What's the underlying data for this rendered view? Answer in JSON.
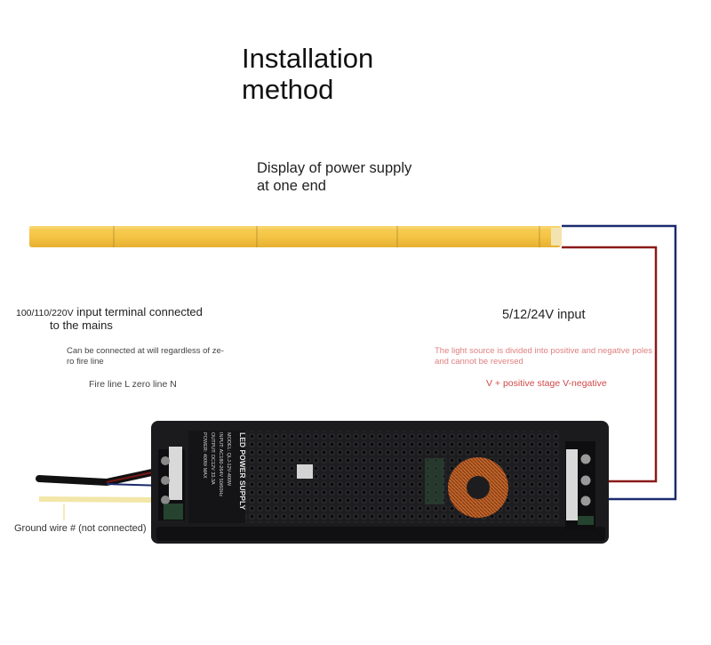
{
  "title_line1": "Installation",
  "title_line2": "method",
  "subtitle_line1": "Display of power supply",
  "subtitle_line2": "at one end",
  "left": {
    "voltage_prefix": "100/110/220V",
    "heading_rest": "input terminal connected",
    "heading_line2": "to the mains",
    "note_line1": "Can be connected at will regardless of ze-",
    "note_line2": "ro fire line",
    "fire_zero": "Fire line L zero line N"
  },
  "right": {
    "input": "5/12/24V input",
    "warning_line1": "The light source is divided into positive and negative poles",
    "warning_line2": "and cannot be reversed",
    "polarity": "V + positive stage V-negative"
  },
  "ground_wire": "Ground wire # (not connected)",
  "psu_label": {
    "heading": "LED POWER SUPPLY",
    "model": "MODEL: QLJ-12V-400W",
    "input": "INPUT: AC180-264V 50/60Hz",
    "output": "OUTPUT: DC12V 33.3A",
    "power": "POWER: 400W MAX"
  },
  "colors": {
    "strip": "#f5c445",
    "strip_edge": "#e3ad2f",
    "wire_red": "#8b1a1a",
    "wire_blue": "#1a2a6e",
    "psu_body": "#1b1b1d",
    "warning_text": "#d04848"
  }
}
